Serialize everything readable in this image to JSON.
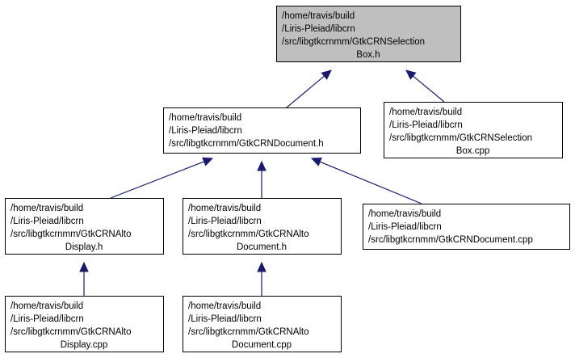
{
  "colors": {
    "edge": "#191970",
    "root_fill": "#bfbfbf",
    "node_fill": "#ffffff",
    "border": "#000000"
  },
  "nodes": [
    {
      "id": "selection_h",
      "root": true,
      "lines": [
        "/home/travis/build",
        "/Liris-Pleiad/libcrn",
        "/src/libgtkcrnmm/GtkCRNSelection",
        "Box.h"
      ],
      "align": [
        "start",
        "start",
        "start",
        "middle"
      ]
    },
    {
      "id": "document_h",
      "root": false,
      "lines": [
        "/home/travis/build",
        "/Liris-Pleiad/libcrn",
        "/src/libgtkcrnmm/GtkCRNDocument.h"
      ],
      "align": [
        "start",
        "start",
        "start"
      ]
    },
    {
      "id": "selection_cpp",
      "root": false,
      "lines": [
        "/home/travis/build",
        "/Liris-Pleiad/libcrn",
        "/src/libgtkcrnmm/GtkCRNSelection",
        "Box.cpp"
      ],
      "align": [
        "start",
        "start",
        "start",
        "middle"
      ]
    },
    {
      "id": "altodisplay_h",
      "root": false,
      "lines": [
        "/home/travis/build",
        "/Liris-Pleiad/libcrn",
        "/src/libgtkcrnmm/GtkCRNAlto",
        "Display.h"
      ],
      "align": [
        "start",
        "start",
        "start",
        "middle"
      ]
    },
    {
      "id": "altodocument_h",
      "root": false,
      "lines": [
        "/home/travis/build",
        "/Liris-Pleiad/libcrn",
        "/src/libgtkcrnmm/GtkCRNAlto",
        "Document.h"
      ],
      "align": [
        "start",
        "start",
        "start",
        "middle"
      ]
    },
    {
      "id": "document_cpp",
      "root": false,
      "lines": [
        "/home/travis/build",
        "/Liris-Pleiad/libcrn",
        "/src/libgtkcrnmm/GtkCRNDocument.cpp"
      ],
      "align": [
        "start",
        "start",
        "start"
      ]
    },
    {
      "id": "altodisplay_cpp",
      "root": false,
      "lines": [
        "/home/travis/build",
        "/Liris-Pleiad/libcrn",
        "/src/libgtkcrnmm/GtkCRNAlto",
        "Display.cpp"
      ],
      "align": [
        "start",
        "start",
        "start",
        "middle"
      ]
    },
    {
      "id": "altodocument_cpp",
      "root": false,
      "lines": [
        "/home/travis/build",
        "/Liris-Pleiad/libcrn",
        "/src/libgtkcrnmm/GtkCRNAlto",
        "Document.cpp"
      ],
      "align": [
        "start",
        "start",
        "start",
        "middle"
      ]
    }
  ],
  "edges": [
    {
      "from": "document_h",
      "to": "selection_h"
    },
    {
      "from": "selection_cpp",
      "to": "selection_h"
    },
    {
      "from": "altodisplay_h",
      "to": "document_h"
    },
    {
      "from": "altodocument_h",
      "to": "document_h"
    },
    {
      "from": "document_cpp",
      "to": "document_h"
    },
    {
      "from": "altodisplay_cpp",
      "to": "altodisplay_h"
    },
    {
      "from": "altodocument_cpp",
      "to": "altodocument_h"
    }
  ]
}
